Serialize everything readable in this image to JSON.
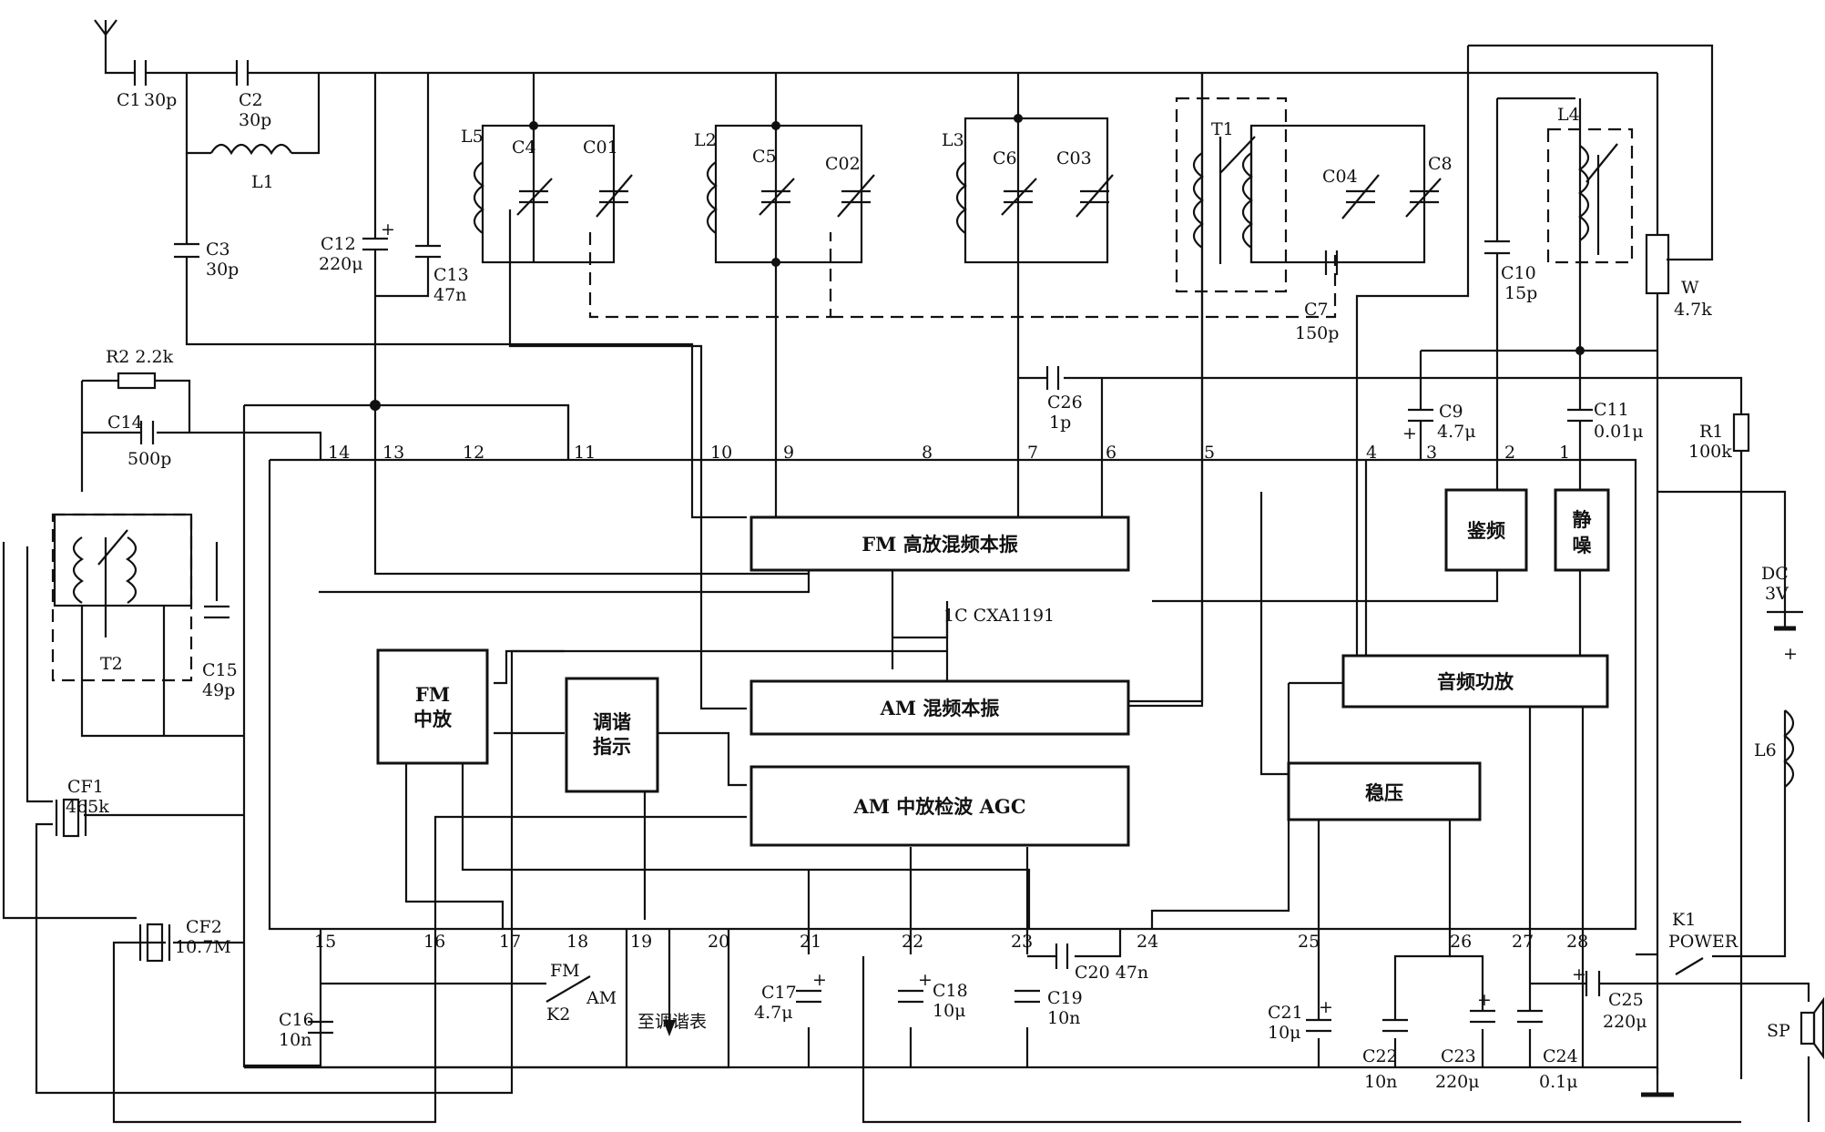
{
  "ic_name": "1C CXA1191",
  "blocks": {
    "fm_rf": "FM 高放混频本振",
    "am_mix": "AM 混频本振",
    "am_if": "AM 中放检波 AGC",
    "fm_if_1": "FM",
    "fm_if_2": "中放",
    "tune_1": "调谐",
    "tune_2": "指示",
    "audio": "音频功放",
    "disc": "鉴频",
    "mute_1": "静",
    "mute_2": "噪",
    "reg": "稳压"
  },
  "pins": [
    "1",
    "2",
    "3",
    "4",
    "5",
    "6",
    "7",
    "8",
    "9",
    "10",
    "11",
    "12",
    "13",
    "14",
    "15",
    "16",
    "17",
    "18",
    "19",
    "20",
    "21",
    "22",
    "23",
    "24",
    "25",
    "26",
    "27",
    "28"
  ],
  "components": {
    "C1": "C1",
    "C1v": "30p",
    "C2": "C2",
    "C2v": "30p",
    "L1": "L1",
    "C3": "C3",
    "C3v": "30p",
    "C12": "C12",
    "C12v": "220μ",
    "C13": "C13",
    "C13v": "47n",
    "L5": "L5",
    "C4": "C4",
    "C01": "C01",
    "L2": "L2",
    "C5": "C5",
    "C02": "C02",
    "L3": "L3",
    "C6": "C6",
    "C03": "C03",
    "T1": "T1",
    "C04": "C04",
    "C8": "C8",
    "C7": "C7",
    "C7v": "150p",
    "C10": "C10",
    "C10v": "15p",
    "L4": "L4",
    "W": "W",
    "Wv": "4.7k",
    "R2": "R2 2.2k",
    "C14": "C14",
    "C14v": "500p",
    "C26": "C26",
    "C26v": "1p",
    "C9": "C9",
    "C9v": "4.7μ",
    "C11": "C11",
    "C11v": "0.01μ",
    "R1": "R1",
    "R1v": "100k",
    "T2": "T2",
    "C15": "C15",
    "C15v": "49p",
    "DC": "DC",
    "DCv": "3V",
    "L6": "L6",
    "CF1": "CF1",
    "CF1v": "465k",
    "CF2": "CF2",
    "CF2v": "10.7M",
    "C16": "C16",
    "C16v": "10n",
    "K2fm": "FM",
    "K2am": "AM",
    "K2": "K2",
    "tune_meter": "至调谐表",
    "C17": "C17",
    "C17v": "4.7μ",
    "C18": "C18",
    "C18v": "10μ",
    "C19": "C19",
    "C19v": "10n",
    "C20": "C20 47n",
    "C21": "C21",
    "C21v": "10μ",
    "C22": "C22",
    "C22v": "10n",
    "C23": "C23",
    "C23v": "220μ",
    "C24": "C24",
    "C24v": "0.1μ",
    "K1": "K1",
    "K1v": "POWER",
    "C25": "C25",
    "C25v": "220μ",
    "SP": "SP"
  }
}
